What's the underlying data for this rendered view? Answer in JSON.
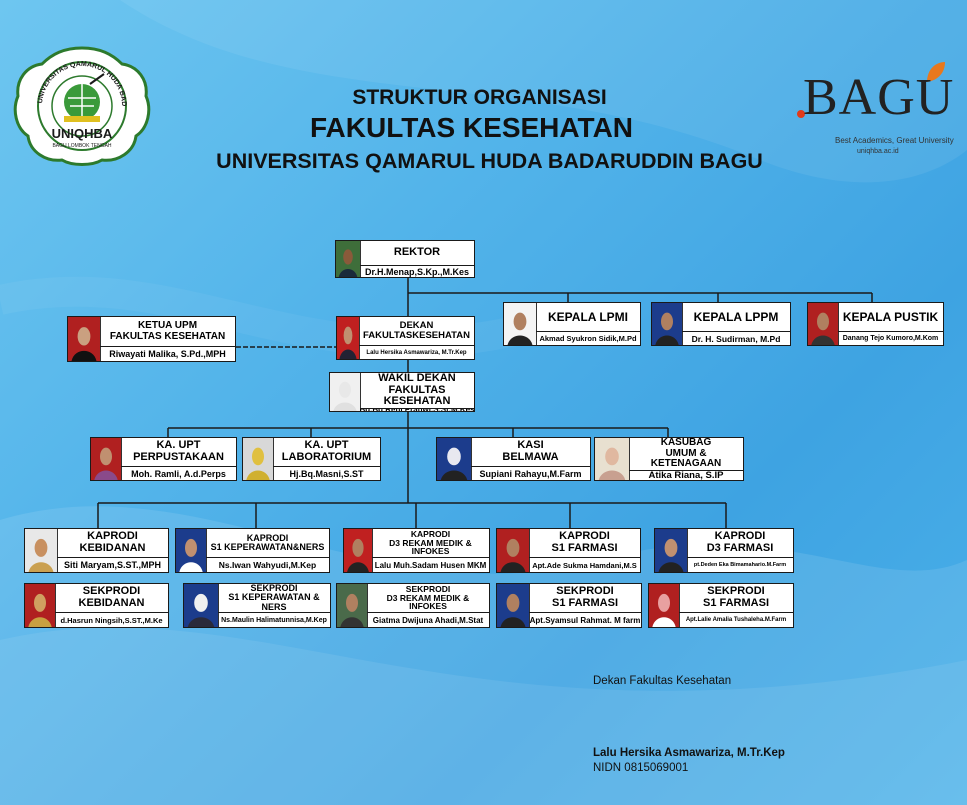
{
  "header": {
    "line1": "STRUKTUR ORGANISASI",
    "line2": "FAKULTAS KESEHATAN",
    "line3": "UNIVERSITAS QAMARUL HUDA BADARUDDIN BAGU"
  },
  "logo_left": {
    "ring_text": "UNIVERSITAS QAMARUL HUDA BADARUDDIN",
    "name": "UNIQHBA",
    "sub": "BAGU LOMBOK TENGAH"
  },
  "logo_right": {
    "brand": "BAGU",
    "tagline": "Best Academics, Great University",
    "url": "uniqhba.ac.id",
    "accent": "#e8781e"
  },
  "boxes": {
    "rektor": {
      "title": "REKTOR",
      "name": "Dr.H.Menap,S.Kp.,M.Kes"
    },
    "ketua_upm": {
      "title": "KETUA UPM\nFAKULTAS KESEHATAN",
      "name": "Riwayati Malika, S.Pd.,MPH"
    },
    "dekan": {
      "title": "DEKAN\nFAKULTASKESEHATAN",
      "name": "Lalu Hersika Asmawariza, M.Tr.Kep"
    },
    "lpmi": {
      "title": "KEPALA LPMI",
      "name": "Akmad Syukron Sidik,M.Pd"
    },
    "lppm": {
      "title": "KEPALA LPPM",
      "name": "Dr. H. Sudirman, M.Pd"
    },
    "pustik": {
      "title": "KEPALA PUSTIK",
      "name": "Danang Tejo Kumoro,M.Kom"
    },
    "wadek": {
      "title": "WAKIL DEKAN\nFAKULTAS KESEHATAN",
      "name": "Bd.Bq Reni Pratiwi,S.St.M.Kes"
    },
    "upt_pus": {
      "title": "KA. UPT\nPERPUSTAKAAN",
      "name": "Moh. Ramli, A.d.Perps"
    },
    "upt_lab": {
      "title": "KA. UPT\nLABORATORIUM",
      "name": "Hj.Bq.Masni,S.ST"
    },
    "belmawa": {
      "title": "KASI\nBELMAWA",
      "name": "Supiani Rahayu,M.Farm"
    },
    "kasubag": {
      "title": "KASUBAG\nUMUM & KETENAGAAN",
      "name": "Atika Riana, S.IP"
    },
    "kp_bid": {
      "title": "KAPRODI\nKEBIDANAN",
      "name": "Siti Maryam,S.ST.,MPH"
    },
    "kp_ners": {
      "title": "KAPRODI\nS1 KEPERAWATAN&NERS",
      "name": "Ns.Iwan Wahyudi,M.Kep"
    },
    "kp_rm": {
      "title": "KAPRODI\nD3 REKAM MEDIK & INFOKES",
      "name": "Lalu Muh.Sadam Husen MKM"
    },
    "kp_s1f": {
      "title": "KAPRODI\nS1 FARMASI",
      "name": "Apt.Ade Sukma Hamdani,M.S"
    },
    "kp_d3f": {
      "title": "KAPRODI\nD3 FARMASI",
      "name": "pt.Deden Eka Bimamahario.M.Farm"
    },
    "sp_bid": {
      "title": "SEKPRODI\nKEBIDANAN",
      "name": "d.Hasrun Ningsih,S.ST.,M.Ke"
    },
    "sp_ners": {
      "title": "SEKPRODI\nS1 KEPERAWATAN & NERS",
      "name": "Ns.Maulin Halimatunnisa,M.Kep"
    },
    "sp_rm": {
      "title": "SEKPRODI\nD3 REKAM MEDIK & INFOKES",
      "name": "Giatma Dwijuna Ahadi,M.Stat"
    },
    "sp_s1f": {
      "title": "SEKPRODI\nS1 FARMASI",
      "name": "Apt.Syamsul Rahmat. M farm"
    },
    "sp_s1f2": {
      "title": "SEKPRODI\nS1 FARMASI",
      "name": "Apt.Lalie Amalia Tushaleha.M.Farm"
    }
  },
  "signature": {
    "role": "Dekan Fakultas Kesehatan",
    "name": "Lalu Hersika Asmawariza, M.Tr.Kep",
    "nidn": "NIDN  0815069001"
  }
}
